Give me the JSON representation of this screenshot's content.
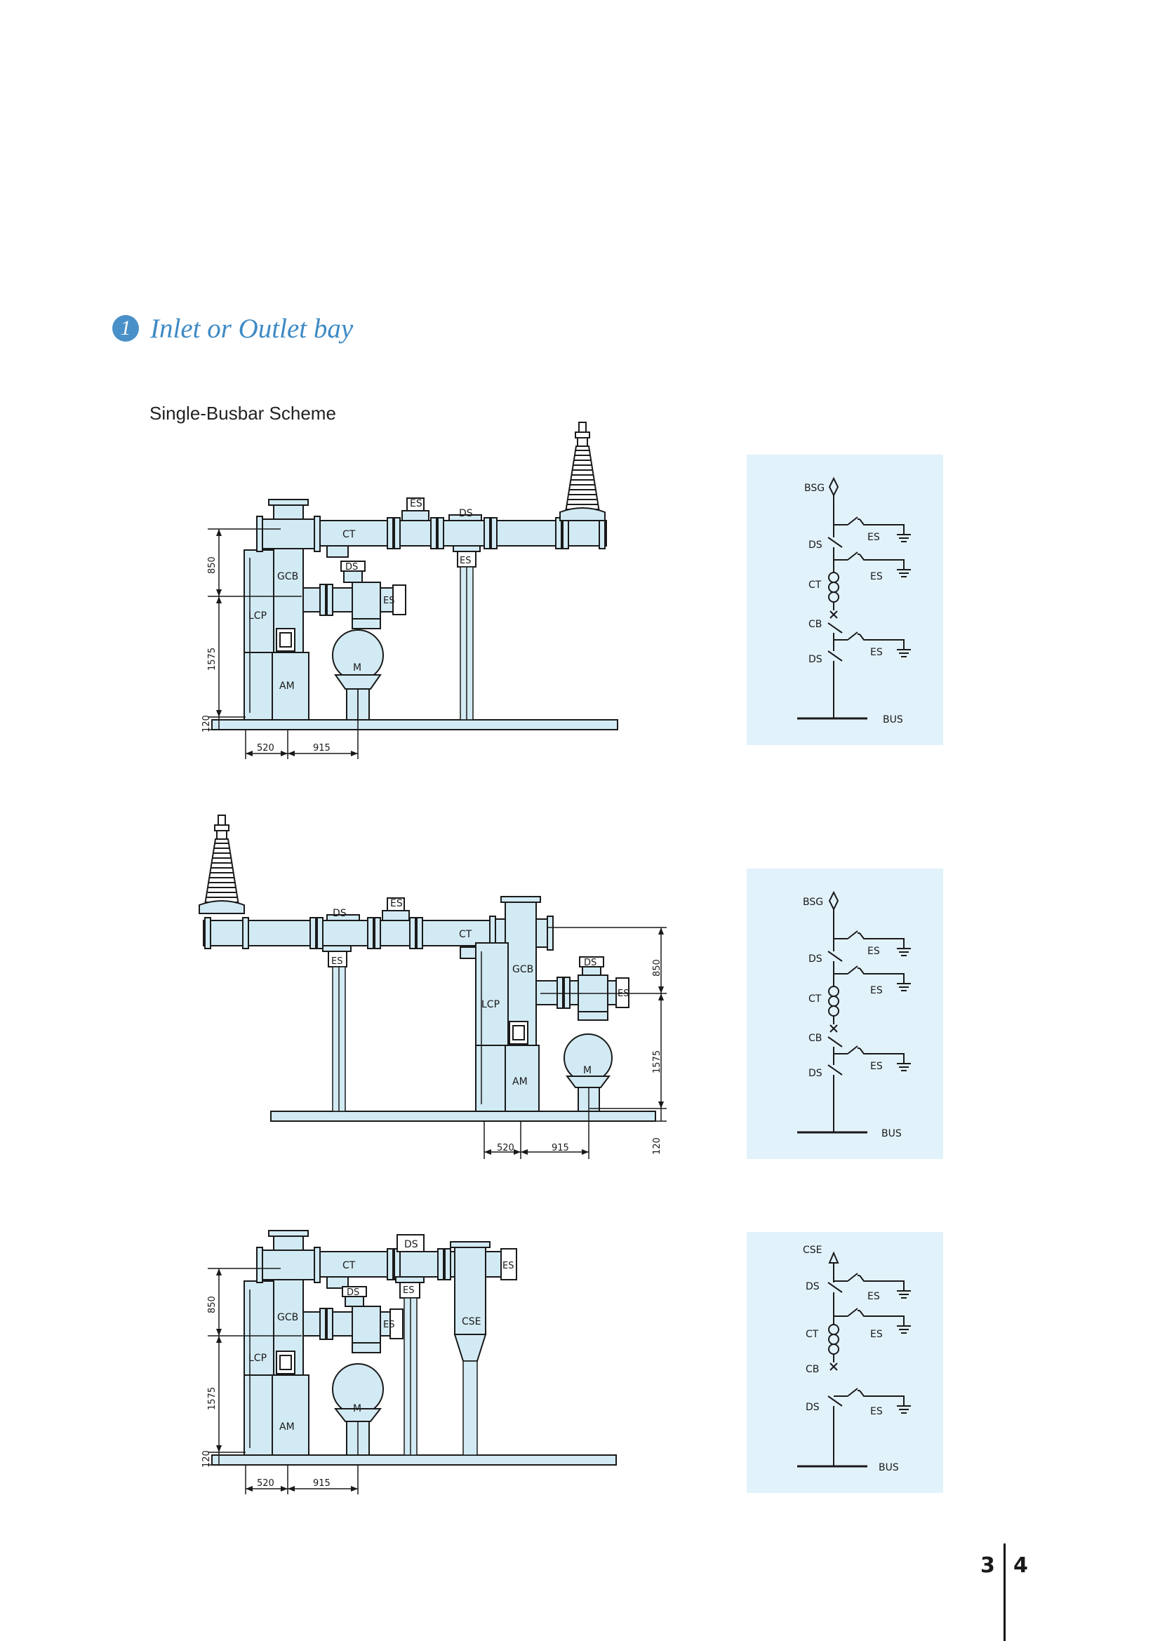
{
  "page": {
    "section_number": "1",
    "section_title": "Inlet or Outlet bay",
    "subtitle": "Single-Busbar Scheme",
    "page_numbers": [
      "3",
      "4"
    ]
  },
  "colors": {
    "equipment_fill": "#d2eaf3",
    "panel_fill": "#e2f2fb",
    "line": "#1a1a1a",
    "accent": "#4a90c8"
  },
  "labels": {
    "gcb": "GCB",
    "lcp": "LCP",
    "am": "AM",
    "m": "M",
    "ct": "CT",
    "ds": "DS",
    "es": "ES",
    "cse": "CSE",
    "bsg": "BSG",
    "cb": "CB",
    "bus": "BUS"
  },
  "dimensions": {
    "upper": "850",
    "middle": "1575",
    "base": "120",
    "width1": "520",
    "width2": "915"
  }
}
